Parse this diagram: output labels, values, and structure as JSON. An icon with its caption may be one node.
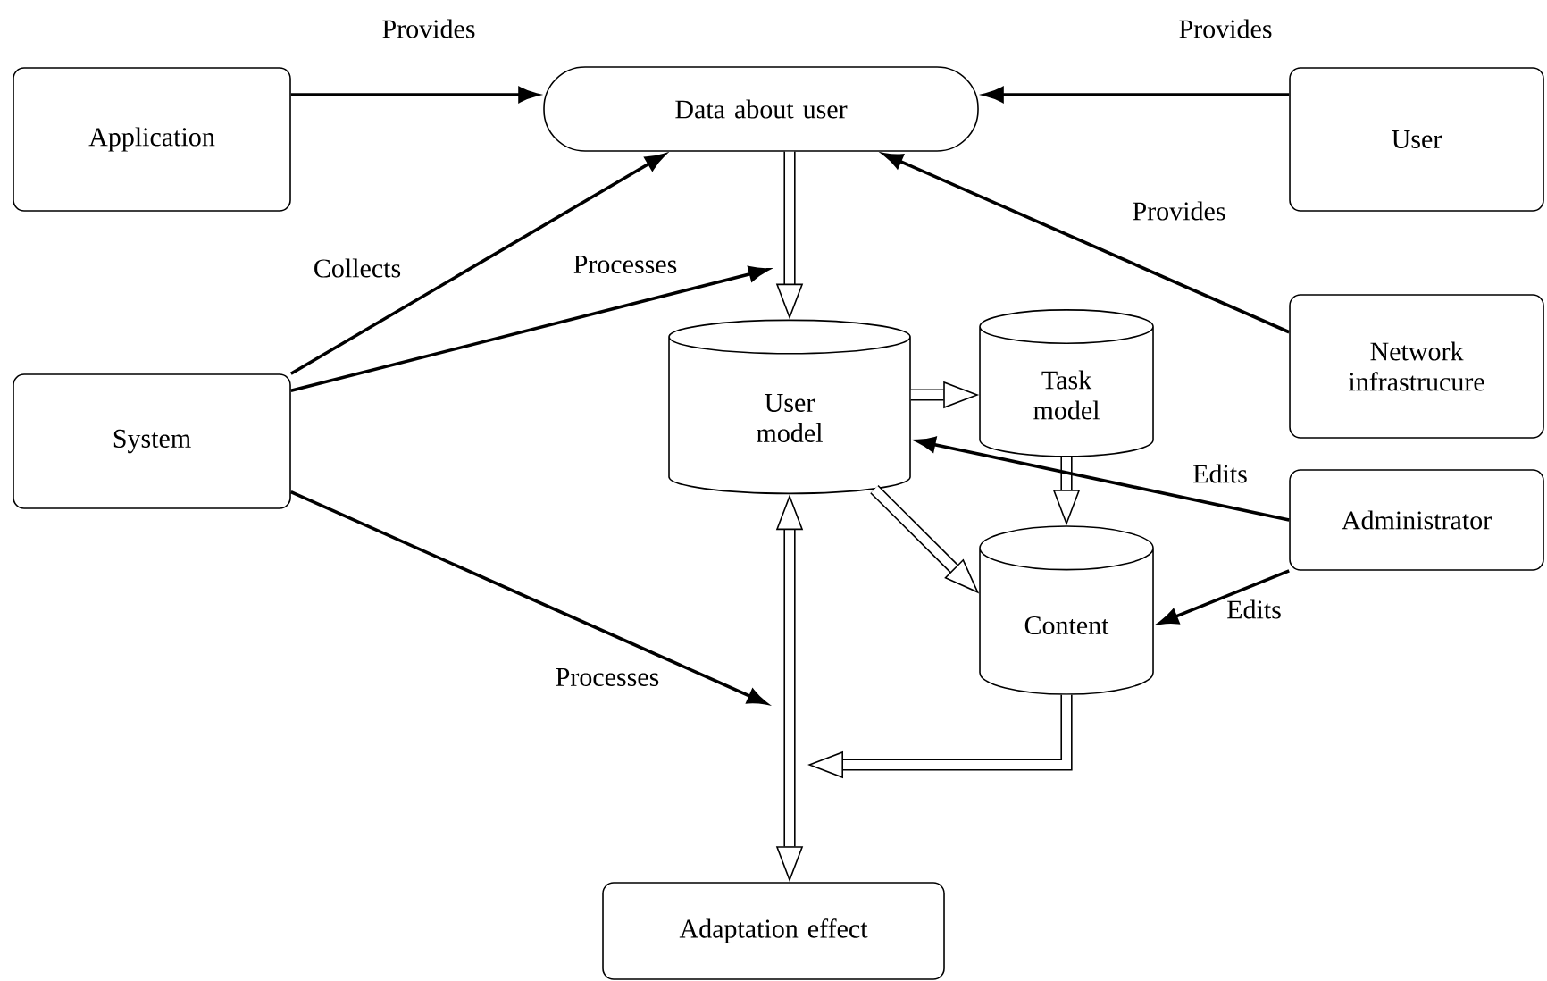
{
  "diagram": {
    "nodes": [
      {
        "text": [
          "Application"
        ]
      },
      {
        "text": [
          "Data about user"
        ]
      },
      {
        "text": [
          "User"
        ]
      },
      {
        "text": [
          "System"
        ]
      },
      {
        "text": [
          "Network infrastrucure"
        ]
      },
      {
        "text": [
          "User model"
        ]
      },
      {
        "text": [
          "Task model"
        ]
      },
      {
        "text": [
          "Administrator"
        ]
      },
      {
        "text": [
          "Content"
        ]
      },
      {
        "text": [
          "Adaptation effect"
        ]
      }
    ],
    "edges": [
      {
        "from": 0,
        "to": 1,
        "arrow": "to",
        "label": "Provides"
      },
      {
        "from": 2,
        "to": 1,
        "arrow": "to",
        "label": "Provides"
      },
      {
        "from": 3,
        "to": 1,
        "arrow": "to",
        "label": "Collects"
      },
      {
        "from": 3,
        "to": null,
        "arrow": "to",
        "label": "Processes"
      },
      {
        "from": 4,
        "to": 1,
        "arrow": "to",
        "label": "Provides"
      },
      {
        "from": 1,
        "to": 5,
        "arrow": "to",
        "style": "thick"
      },
      {
        "from": 5,
        "to": 6,
        "arrow": "to",
        "style": "thick"
      },
      {
        "from": 6,
        "to": 8,
        "arrow": "to",
        "style": "thick"
      },
      {
        "from": 5,
        "to": 8,
        "arrow": "to",
        "style": "thick"
      },
      {
        "from": 7,
        "to": 5,
        "arrow": "to",
        "label": "Edits"
      },
      {
        "from": 7,
        "to": 8,
        "arrow": "to",
        "label": "Edits"
      },
      {
        "from": 3,
        "to": null,
        "arrow": "to",
        "label": "Processes"
      },
      {
        "from": 8,
        "to": null,
        "arrow": "to",
        "style": "thick"
      },
      {
        "from": 5,
        "to": 9,
        "arrow": "both",
        "style": "thick"
      }
    ]
  }
}
